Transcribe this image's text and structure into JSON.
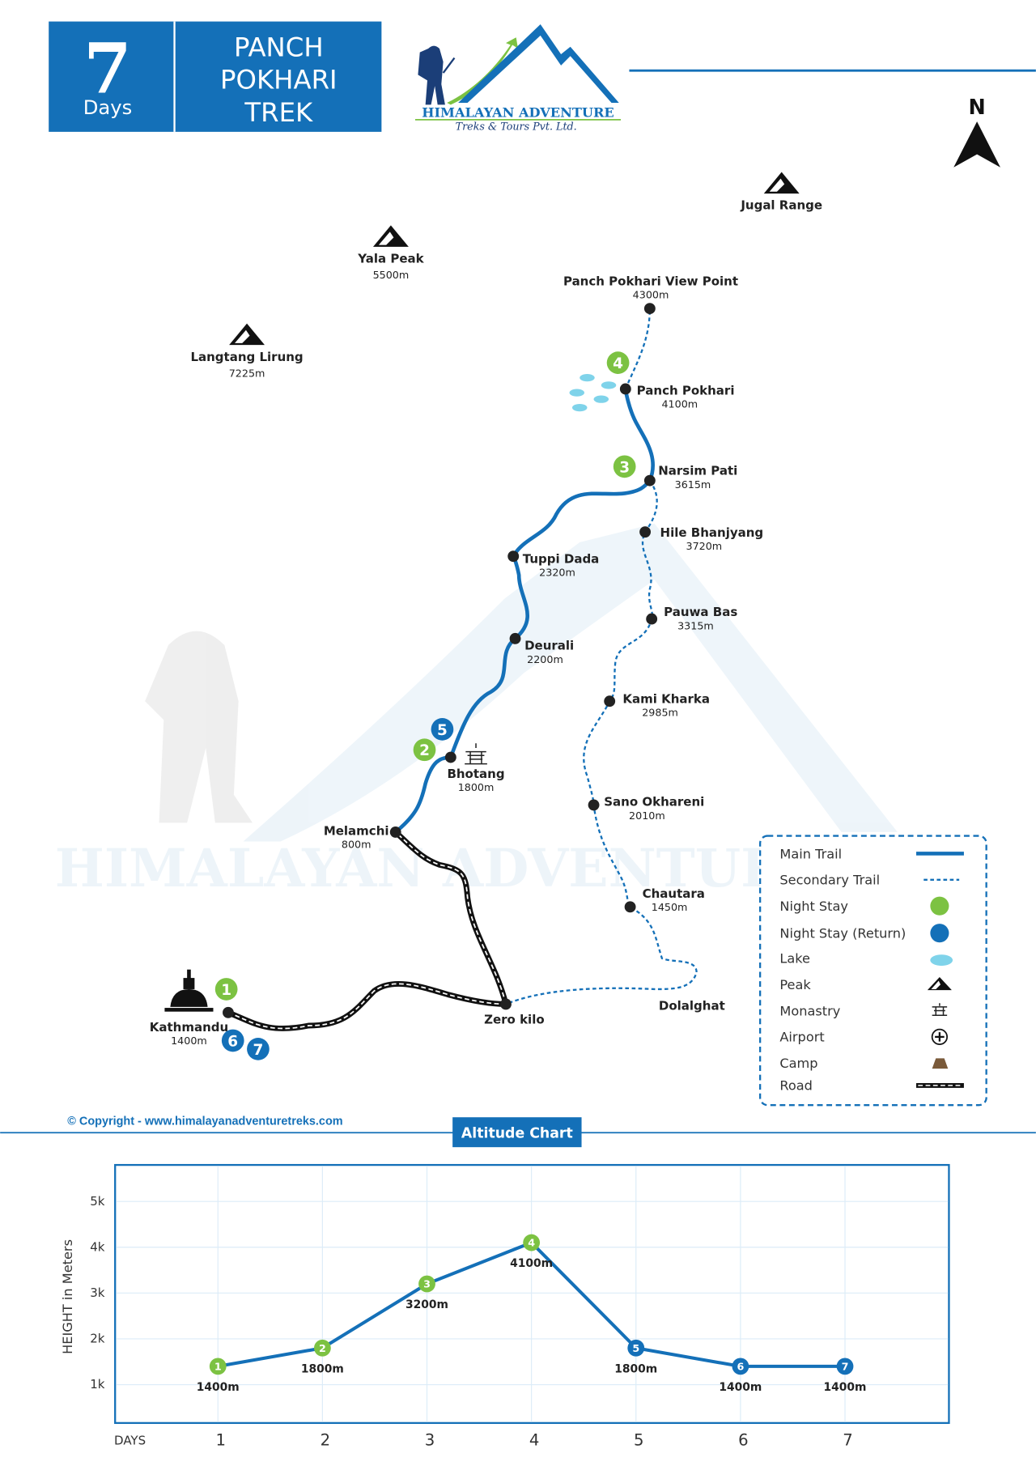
{
  "header": {
    "days_number": "7",
    "days_label": "Days",
    "title_lines": [
      "PANCH",
      "POKHARI",
      "TREK"
    ]
  },
  "logo": {
    "name": "HIMALAYAN ADVENTURE",
    "tagline": "Treks & Tours Pvt. Ltd."
  },
  "compass": {
    "label": "N"
  },
  "peaks": [
    {
      "name": "Jugal Range",
      "alt": ""
    },
    {
      "name": "Yala Peak",
      "alt": "5500m"
    },
    {
      "name": "Langtang Lirung",
      "alt": "7225m"
    }
  ],
  "places": [
    {
      "name": "Panch Pokhari View Point",
      "alt": "4300m"
    },
    {
      "name": "Panch Pokhari",
      "alt": "4100m"
    },
    {
      "name": "Narsim Pati",
      "alt": "3615m"
    },
    {
      "name": "Hile Bhanjyang",
      "alt": "3720m"
    },
    {
      "name": "Tuppi Dada",
      "alt": "2320m"
    },
    {
      "name": "Pauwa Bas",
      "alt": "3315m"
    },
    {
      "name": "Deurali",
      "alt": "2200m"
    },
    {
      "name": "Kami Kharka",
      "alt": "2985m"
    },
    {
      "name": "Bhotang",
      "alt": "1800m"
    },
    {
      "name": "Sano Okhareni",
      "alt": "2010m"
    },
    {
      "name": "Melamchi",
      "alt": "800m"
    },
    {
      "name": "Chautara",
      "alt": "1450m"
    },
    {
      "name": "Zero kilo",
      "alt": ""
    },
    {
      "name": "Dolalghat",
      "alt": ""
    },
    {
      "name": "Kathmandu",
      "alt": "1400m"
    }
  ],
  "night_stays": [
    {
      "day": "4",
      "type": "outbound"
    },
    {
      "day": "3",
      "type": "outbound"
    },
    {
      "day": "5",
      "type": "return"
    },
    {
      "day": "2",
      "type": "outbound"
    },
    {
      "day": "1",
      "type": "outbound"
    },
    {
      "day": "6",
      "type": "return"
    },
    {
      "day": "7",
      "type": "return"
    }
  ],
  "legend": {
    "items": [
      {
        "label": "Main Trail",
        "icon": "main-trail"
      },
      {
        "label": "Secondary Trail",
        "icon": "secondary-trail"
      },
      {
        "label": "Night Stay",
        "icon": "green-dot"
      },
      {
        "label": "Night Stay (Return)",
        "icon": "blue-dot"
      },
      {
        "label": "Lake",
        "icon": "lake"
      },
      {
        "label": "Peak",
        "icon": "peak"
      },
      {
        "label": "Monastry",
        "icon": "monastery"
      },
      {
        "label": "Airport",
        "icon": "airport"
      },
      {
        "label": "Camp",
        "icon": "camp"
      },
      {
        "label": "Road",
        "icon": "road"
      }
    ]
  },
  "copyright": "© Copyright - www.himalayanadventuretreks.com",
  "colors": {
    "blue": "#1470b8",
    "green": "#7cc242",
    "lake": "#7fd3ea"
  },
  "chart_data": {
    "type": "line",
    "title": "Altitude Chart",
    "xlabel": "DAYS",
    "ylabel": "HEIGHT in Meters",
    "x": [
      1,
      2,
      3,
      4,
      5,
      6,
      7
    ],
    "y_ticks": [
      "1k",
      "2k",
      "3k",
      "4k",
      "5k"
    ],
    "ylim": [
      0,
      5800
    ],
    "series": [
      {
        "name": "Altitude",
        "values": [
          1400,
          1800,
          3200,
          4100,
          1800,
          1400,
          1400
        ],
        "labels": [
          "1400m",
          "1800m",
          "3200m",
          "4100m",
          "1800m",
          "1400m",
          "1400m"
        ],
        "stay_types": [
          "outbound",
          "outbound",
          "outbound",
          "outbound",
          "return",
          "return",
          "return"
        ]
      }
    ]
  }
}
